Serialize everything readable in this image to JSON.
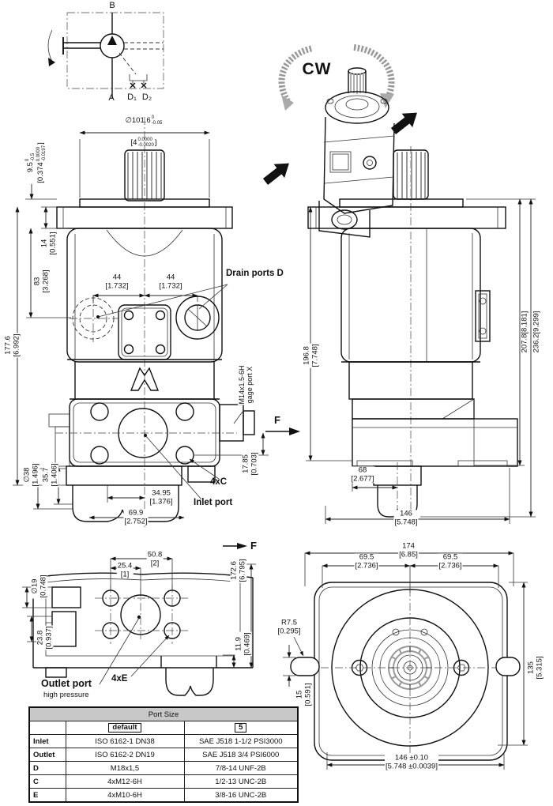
{
  "palette": {
    "background": "#ffffff",
    "line": "#111111",
    "table_header": "#c8c8c8",
    "spline_gray": "#999999",
    "rotation_arrow_gray": "#aaaaaa"
  },
  "schematic": {
    "port_b": "B",
    "port_a": "A",
    "drain_1": "D₁",
    "drain_2": "D₂"
  },
  "iso_view": {
    "rotation_label": "CW"
  },
  "front_view": {
    "shaft_dia": {
      "val": "∅101.6",
      "tol_top": "0",
      "tol_bot": "-0.05"
    },
    "shaft_dia_in": {
      "open": "[4",
      "tol_top": "0.0000",
      "tol_bot": "-0.0020",
      "close": "]"
    },
    "spline_mm": {
      "val": "9.5",
      "tol_top": "0",
      "tol_bot": "-0.5"
    },
    "spline_in": {
      "open": "[0.374",
      "tol_top": "0.0000",
      "tol_bot": "-0.0197",
      "close": "]"
    },
    "drain_label": "Drain ports D",
    "inlet_label": "Inlet port",
    "bolts_label": "4xC",
    "gage_line1": "M14x1.5-6H",
    "gage_line2": "gage port X",
    "dims": {
      "d14": {
        "mm": "14",
        "in": "[0.551]"
      },
      "d83": {
        "mm": "83",
        "in": "[3.268]"
      },
      "d177_6": {
        "mm": "177.6",
        "in": "[6.992]"
      },
      "d44a": {
        "mm": "44",
        "in": "[1.732]"
      },
      "d44b": {
        "mm": "44",
        "in": "[1.732]"
      },
      "d17_85": {
        "mm": "17.85",
        "in": "[0.703]"
      },
      "d34_95": {
        "mm": "34.95",
        "in": "[1.376]"
      },
      "d69_9": {
        "mm": "69.9",
        "in": "[2.752]"
      },
      "d38": {
        "mm": "∅38",
        "in": "[1.496]"
      },
      "d35_7": {
        "mm": "35.7",
        "in": "[1.406]"
      }
    }
  },
  "side_view": {
    "view_label": "F",
    "dims": {
      "d196_8": {
        "mm": "196.8",
        "in": "[7.748]"
      },
      "d207_8": {
        "text": "207.8[8.181]"
      },
      "d236_2": {
        "text": "236.2[9.299]"
      },
      "d68": {
        "mm": "68",
        "in": "[2.677]"
      },
      "d146": {
        "mm": "146",
        "in": "[5.748]"
      }
    }
  },
  "view_f": {
    "view_label": "F",
    "outlet_label": "Outlet port",
    "outlet_sub": "high pressure",
    "bolts_label": "4xE",
    "dims": {
      "d50_8": {
        "mm": "50.8",
        "in": "[2]"
      },
      "d25_4": {
        "mm": "25.4",
        "in": "[1]"
      },
      "d172_6": {
        "mm": "172.6",
        "in": "[6.795]"
      },
      "d19": {
        "mm": "∅19",
        "in": "[0.748]"
      },
      "d23_8": {
        "mm": "23.8",
        "in": "[0.937]"
      },
      "d11_9": {
        "mm": "11.9",
        "in": "[0.469]"
      }
    }
  },
  "rear_view": {
    "dims": {
      "d174": {
        "mm": "174",
        "in": "[6.85]"
      },
      "d69_5a": {
        "mm": "69.5",
        "in": "[2.736]"
      },
      "d69_5b": {
        "mm": "69.5",
        "in": "[2.736]"
      },
      "r7_5": {
        "mm": "R7.5",
        "in": "[0.295]"
      },
      "d15": {
        "mm": "15",
        "in": "[0.591]"
      },
      "d135": {
        "mm": "135",
        "in": "[5.315]"
      },
      "d146_tol": {
        "mm": "146 ±0.10",
        "in": "[5.748 ±0.0039]"
      }
    }
  },
  "port_table": {
    "title": "Port Size",
    "col_default": "default",
    "col_5": "5",
    "rows": [
      {
        "name": "Inlet",
        "default": "ISO 6162-1 DN38",
        "opt5": "SAE J518 1-1/2 PSI3000"
      },
      {
        "name": "Outlet",
        "default": "ISO 6162-2 DN19",
        "opt5": "SAE J518 3/4 PSI6000"
      },
      {
        "name": "D",
        "default": "M18x1,5",
        "opt5": "7/8-14 UNF-2B"
      },
      {
        "name": "C",
        "default": "4xM12-6H",
        "opt5": "1/2-13 UNC-2B"
      },
      {
        "name": "E",
        "default": "4xM10-6H",
        "opt5": "3/8-16 UNC-2B"
      }
    ]
  }
}
